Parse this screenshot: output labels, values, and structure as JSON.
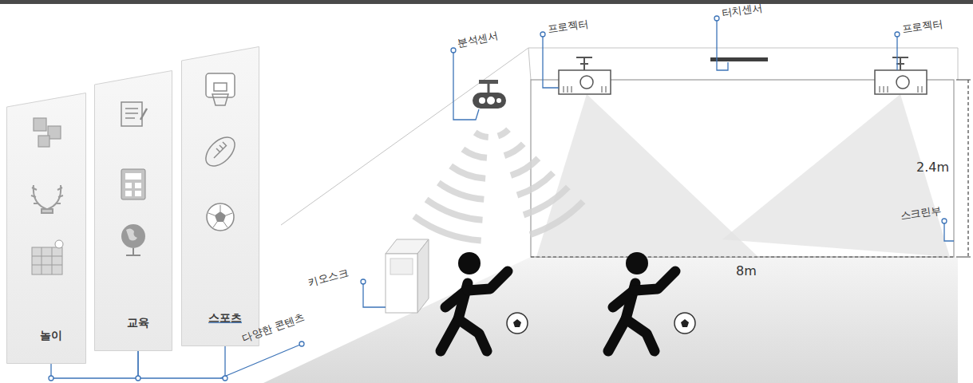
{
  "diagram": {
    "nodes": [
      {
        "text": [
          "놀이"
        ]
      },
      {
        "text": [
          "교육"
        ]
      },
      {
        "text": [
          "스포츠"
        ]
      }
    ],
    "edges": [
      {
        "from": 0,
        "to": 1,
        "arrow": "none"
      },
      {
        "from": 1,
        "to": 2,
        "arrow": "none"
      }
    ],
    "labels": [
      "분석센서",
      "프로젝터",
      "터치센서",
      "프로젝터",
      "2.4m",
      "스크린부",
      "8m",
      "키오스크",
      "다양한 콘텐츠"
    ]
  }
}
